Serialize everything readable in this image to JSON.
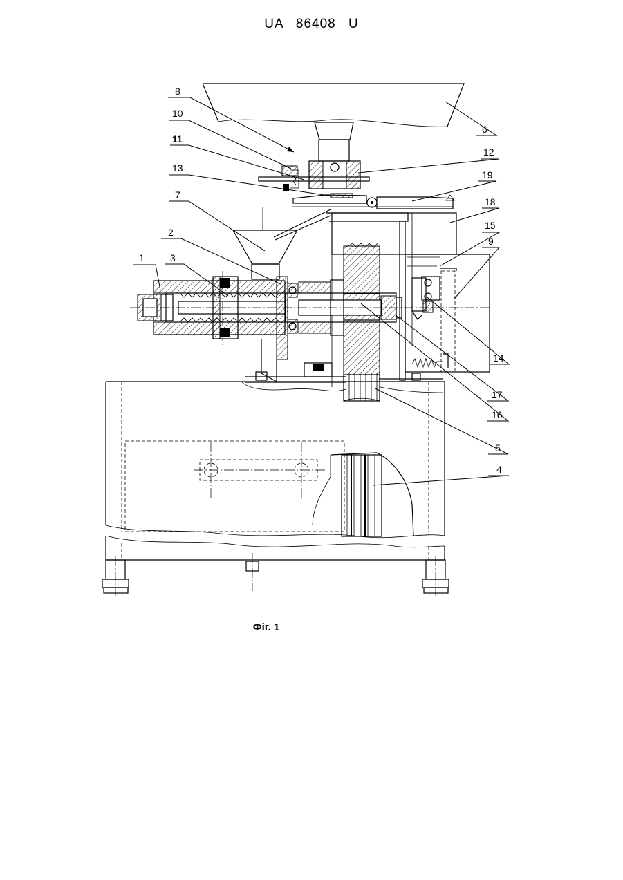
{
  "document": {
    "header": "UA 86408 U",
    "figure_caption": "Фіг. 1"
  },
  "part_labels": [
    "1",
    "2",
    "3",
    "4",
    "5",
    "6",
    "7",
    "8",
    "9",
    "10",
    "11",
    "12",
    "13",
    "14",
    "15",
    "16",
    "17",
    "18",
    "19"
  ]
}
